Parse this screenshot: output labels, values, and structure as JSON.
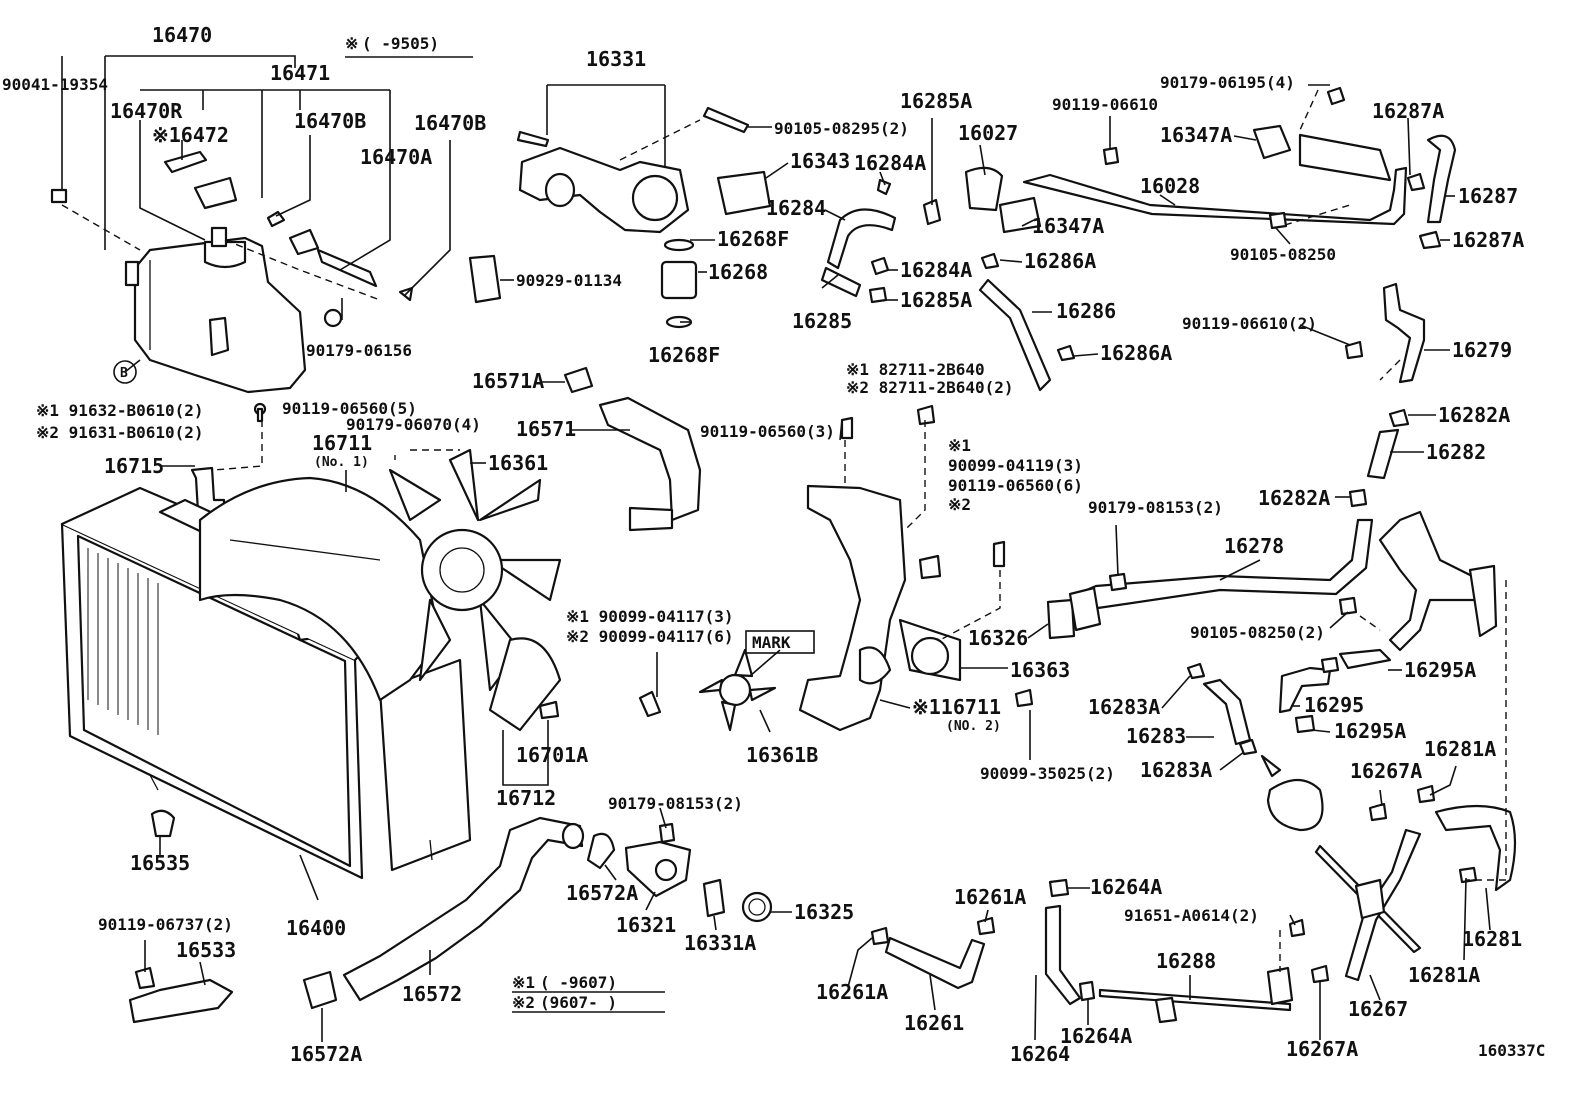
{
  "diagram_id": "160337C",
  "notes": {
    "top_range_mark": "※",
    "top_range_text": "(      -9505)",
    "legend1_mark": "※1",
    "legend1_text": "(      -9607)",
    "legend2_mark": "※2",
    "legend2_text": "(9607-      )",
    "mark_box": "MARK",
    "circle_b": "B"
  },
  "labels": [
    {
      "id": "p16470",
      "text": "16470"
    },
    {
      "id": "p90041_19354",
      "text": "90041-19354"
    },
    {
      "id": "p16471",
      "text": "16471"
    },
    {
      "id": "p16470R",
      "text": "16470R"
    },
    {
      "id": "p16472",
      "text": "※16472"
    },
    {
      "id": "p16470B_a",
      "text": "16470B"
    },
    {
      "id": "p16470B_b",
      "text": "16470B"
    },
    {
      "id": "p16470A",
      "text": "16470A"
    },
    {
      "id": "p90179_06156",
      "text": "90179-06156"
    },
    {
      "id": "p91632",
      "text": "※1 91632-B0610(2)"
    },
    {
      "id": "p91631",
      "text": "※2 91631-B0610(2)"
    },
    {
      "id": "p90119_06560_5",
      "text": "90119-06560(5)"
    },
    {
      "id": "p90179_06070_4",
      "text": "90179-06070(4)"
    },
    {
      "id": "p16711",
      "text": "16711"
    },
    {
      "id": "p16711_no1",
      "text": "(No. 1)"
    },
    {
      "id": "p16715",
      "text": "16715"
    },
    {
      "id": "p16361",
      "text": "16361"
    },
    {
      "id": "p16331",
      "text": "16331"
    },
    {
      "id": "p90105_08295_2",
      "text": "90105-08295(2)"
    },
    {
      "id": "p16343",
      "text": "16343"
    },
    {
      "id": "p16268F_a",
      "text": "16268F"
    },
    {
      "id": "p16268",
      "text": "16268"
    },
    {
      "id": "p16268F_b",
      "text": "16268F"
    },
    {
      "id": "p90929_01134",
      "text": "90929-01134"
    },
    {
      "id": "p16571A",
      "text": "16571A"
    },
    {
      "id": "p16571",
      "text": "16571"
    },
    {
      "id": "p90119_06560_3",
      "text": "90119-06560(3)"
    },
    {
      "id": "p16285A_a",
      "text": "16285A"
    },
    {
      "id": "p16027",
      "text": "16027"
    },
    {
      "id": "p16284A_a",
      "text": "16284A"
    },
    {
      "id": "p16284",
      "text": "16284"
    },
    {
      "id": "p16347A_a",
      "text": "16347A"
    },
    {
      "id": "p16286A_a",
      "text": "16286A"
    },
    {
      "id": "p16284A_b",
      "text": "16284A"
    },
    {
      "id": "p16285A_b",
      "text": "16285A"
    },
    {
      "id": "p16285",
      "text": "16285"
    },
    {
      "id": "p16286",
      "text": "16286"
    },
    {
      "id": "p16286A_b",
      "text": "16286A"
    },
    {
      "id": "p90119_06610",
      "text": "90119-06610"
    },
    {
      "id": "p16028",
      "text": "16028"
    },
    {
      "id": "p16347A_b",
      "text": "16347A"
    },
    {
      "id": "p90179_06195_4",
      "text": "90179-06195(4)"
    },
    {
      "id": "p16287A_a",
      "text": "16287A"
    },
    {
      "id": "p16287",
      "text": "16287"
    },
    {
      "id": "p16287A_b",
      "text": "16287A"
    },
    {
      "id": "p90105_08250",
      "text": "90105-08250"
    },
    {
      "id": "p90119_06610_2",
      "text": "90119-06610(2)"
    },
    {
      "id": "p16279",
      "text": "16279"
    },
    {
      "id": "p16282A_a",
      "text": "16282A"
    },
    {
      "id": "p16282",
      "text": "16282"
    },
    {
      "id": "p16282A_b",
      "text": "16282A"
    },
    {
      "id": "p82711_1",
      "text": "※1 82711-2B640"
    },
    {
      "id": "p82711_2",
      "text": "※2 82711-2B640(2)"
    },
    {
      "id": "p90099_04119_mark",
      "text": "※1"
    },
    {
      "id": "p90099_04119",
      "text": "90099-04119(3)"
    },
    {
      "id": "p90119_06560_6",
      "text": "90119-06560(6)"
    },
    {
      "id": "p90119_06560_6_mark",
      "text": "※2"
    },
    {
      "id": "p90179_08153_2a",
      "text": "90179-08153(2)"
    },
    {
      "id": "p16278",
      "text": "16278"
    },
    {
      "id": "p16326",
      "text": "16326"
    },
    {
      "id": "p16363",
      "text": "16363"
    },
    {
      "id": "p90105_08250_2",
      "text": "90105-08250(2)"
    },
    {
      "id": "p16295A_a",
      "text": "16295A"
    },
    {
      "id": "p16295",
      "text": "16295"
    },
    {
      "id": "p16295A_b",
      "text": "16295A"
    },
    {
      "id": "p16283A_a",
      "text": "16283A"
    },
    {
      "id": "p16283",
      "text": "16283"
    },
    {
      "id": "p16283A_b",
      "text": "16283A"
    },
    {
      "id": "p16711_no2",
      "text": "※116711"
    },
    {
      "id": "p16711_no2_sub",
      "text": "(NO. 2)"
    },
    {
      "id": "p90099_35025_2",
      "text": "90099-35025(2)"
    },
    {
      "id": "p90099_04117_3",
      "text": "※1 90099-04117(3)"
    },
    {
      "id": "p90099_04117_6",
      "text": "※2 90099-04117(6)"
    },
    {
      "id": "p16361B",
      "text": "16361B"
    },
    {
      "id": "p16701A",
      "text": "16701A"
    },
    {
      "id": "p16712",
      "text": "16712"
    },
    {
      "id": "p16535",
      "text": "16535"
    },
    {
      "id": "p16400",
      "text": "16400"
    },
    {
      "id": "p90119_06737_2",
      "text": "90119-06737(2)"
    },
    {
      "id": "p16533",
      "text": "16533"
    },
    {
      "id": "p90179_08153_2b",
      "text": "90179-08153(2)"
    },
    {
      "id": "p16572A_a",
      "text": "16572A"
    },
    {
      "id": "p16321",
      "text": "16321"
    },
    {
      "id": "p16331A",
      "text": "16331A"
    },
    {
      "id": "p16325",
      "text": "16325"
    },
    {
      "id": "p16572",
      "text": "16572"
    },
    {
      "id": "p16572A_b",
      "text": "16572A"
    },
    {
      "id": "p16261A_a",
      "text": "16261A"
    },
    {
      "id": "p16261A_b",
      "text": "16261A"
    },
    {
      "id": "p16261",
      "text": "16261"
    },
    {
      "id": "p16264A_a",
      "text": "16264A"
    },
    {
      "id": "p91651",
      "text": "91651-A0614(2)"
    },
    {
      "id": "p16288",
      "text": "16288"
    },
    {
      "id": "p16264",
      "text": "16264"
    },
    {
      "id": "p16264A_b",
      "text": "16264A"
    },
    {
      "id": "p16267A_a",
      "text": "16267A"
    },
    {
      "id": "p16267A_b",
      "text": "16267A"
    },
    {
      "id": "p16267",
      "text": "16267"
    },
    {
      "id": "p16281A_a",
      "text": "16281A"
    },
    {
      "id": "p16281",
      "text": "16281"
    },
    {
      "id": "p16281A_b",
      "text": "16281A"
    }
  ]
}
